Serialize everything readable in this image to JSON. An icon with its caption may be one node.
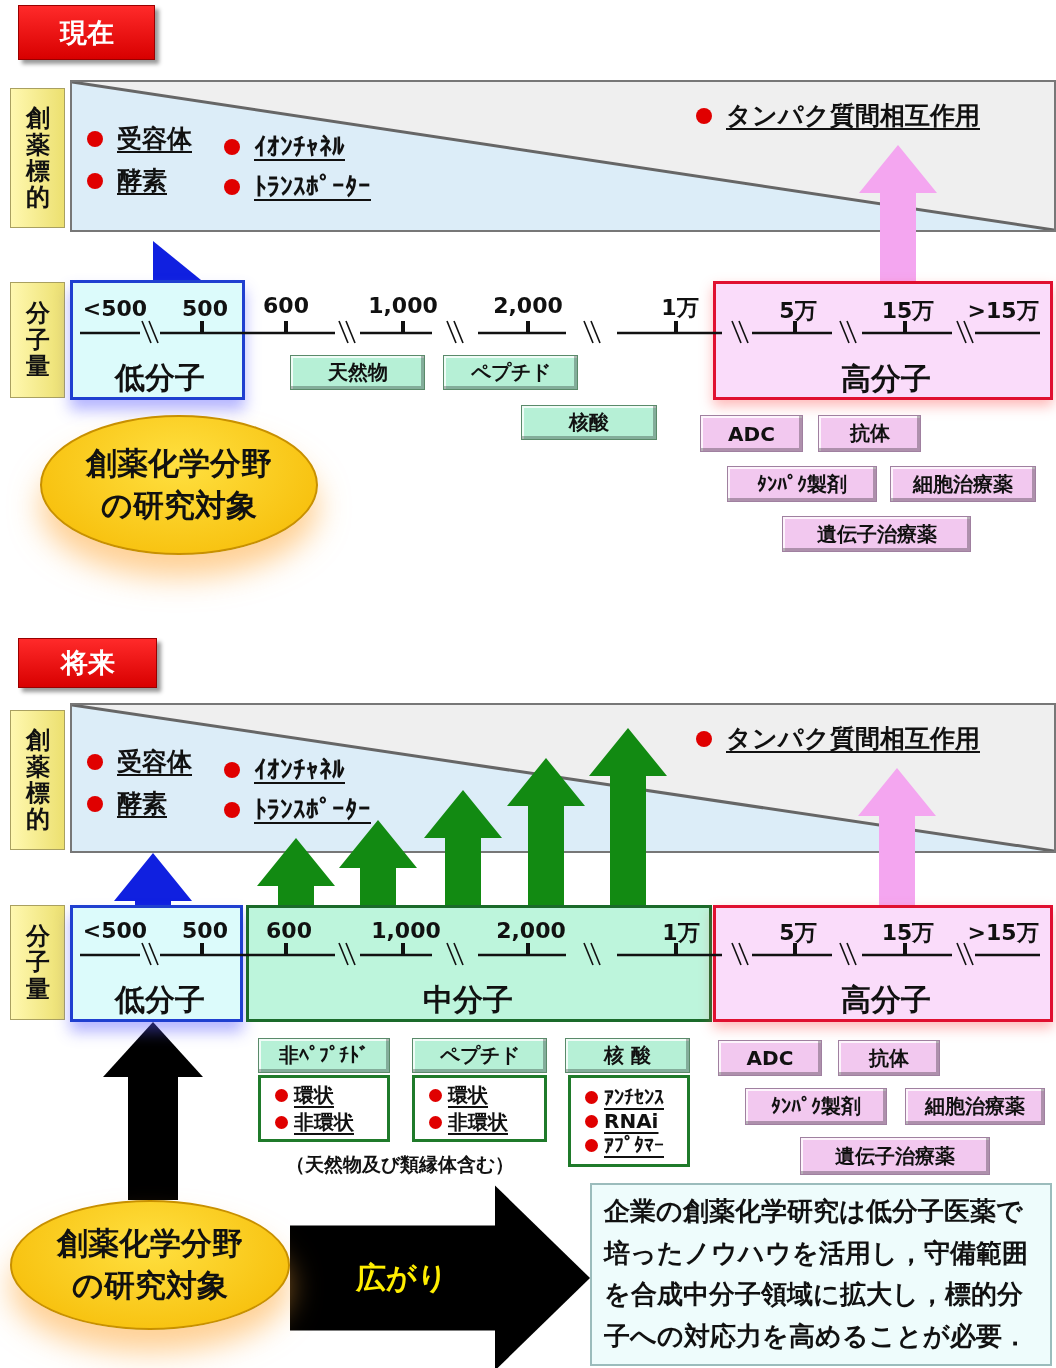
{
  "diagram": {
    "nodes": [
      {
        "text": [
          "現在"
        ]
      },
      {
        "text": [
          "創薬標的"
        ]
      },
      {
        "text": [
          "受容体",
          "酵素",
          "ｲｵﾝﾁｬﾈﾙ",
          "ﾄﾗﾝｽﾎﾟｰﾀｰ",
          "タンパク質間相互作用"
        ]
      },
      {
        "text": [
          "分子量"
        ]
      },
      {
        "text": [
          "<500",
          "500",
          "低分子"
        ]
      },
      {
        "text": [
          "5万",
          "15万",
          ">15万",
          "高分子"
        ]
      },
      {
        "text": [
          "天然物"
        ]
      },
      {
        "text": [
          "ペプチド"
        ]
      },
      {
        "text": [
          "核酸"
        ]
      },
      {
        "text": [
          "ADC"
        ]
      },
      {
        "text": [
          "抗体"
        ]
      },
      {
        "text": [
          "ﾀﾝﾊﾟｸ製剤"
        ]
      },
      {
        "text": [
          "細胞治療薬"
        ]
      },
      {
        "text": [
          "遺伝子治療薬"
        ]
      },
      {
        "text": [
          "創薬化学分野の研究対象"
        ]
      },
      {
        "text": [
          "将来"
        ]
      },
      {
        "text": [
          "創薬標的"
        ]
      },
      {
        "text": [
          "受容体",
          "酵素",
          "ｲｵﾝﾁｬﾈﾙ",
          "ﾄﾗﾝｽﾎﾟｰﾀｰ",
          "タンパク質間相互作用"
        ]
      },
      {
        "text": [
          "分子量"
        ]
      },
      {
        "text": [
          "<500",
          "500",
          "低分子"
        ]
      },
      {
        "text": [
          "600",
          "1,000",
          "2,000",
          "1万",
          "中分子"
        ]
      },
      {
        "text": [
          "5万",
          "15万",
          ">15万",
          "高分子"
        ]
      },
      {
        "text": [
          "非ﾍﾟﾌﾟﾁﾄﾞ"
        ]
      },
      {
        "text": [
          "環状",
          "非環状"
        ]
      },
      {
        "text": [
          "ペプチド"
        ]
      },
      {
        "text": [
          "環状",
          "非環状"
        ]
      },
      {
        "text": [
          "核 酸"
        ]
      },
      {
        "text": [
          "ｱﾝﾁｾﾝｽ",
          "RNAi",
          "ｱﾌﾟﾀﾏｰ"
        ]
      },
      {
        "text": [
          "ADC"
        ]
      },
      {
        "text": [
          "抗体"
        ]
      },
      {
        "text": [
          "ﾀﾝﾊﾟｸ製剤"
        ]
      },
      {
        "text": [
          "細胞治療薬"
        ]
      },
      {
        "text": [
          "遺伝子治療薬"
        ]
      },
      {
        "text": [
          "創薬化学分野の研究対象"
        ]
      },
      {
        "text": [
          "企業の創薬化学研究は低分子医薬で培ったノウハウを活用し，守備範囲を合成中分子領域に拡大し，標的分子への対応力を高めることが必要．"
        ]
      }
    ],
    "edges": [
      {
        "from": 4,
        "to": 2,
        "arrow": "to",
        "color": "#1020e0"
      },
      {
        "from": 5,
        "to": 2,
        "arrow": "to",
        "color": "#f4a6f0"
      },
      {
        "from": 19,
        "to": 17,
        "arrow": "to",
        "color": "#1020e0"
      },
      {
        "from": 20,
        "to": 17,
        "arrow": "to",
        "color": "#128a12"
      },
      {
        "from": 20,
        "to": 17,
        "arrow": "to",
        "color": "#128a12"
      },
      {
        "from": 20,
        "to": 17,
        "arrow": "to",
        "color": "#128a12"
      },
      {
        "from": 20,
        "to": 17,
        "arrow": "to",
        "color": "#128a12"
      },
      {
        "from": 20,
        "to": 17,
        "arrow": "to",
        "color": "#128a12"
      },
      {
        "from": 21,
        "to": 17,
        "arrow": "to",
        "color": "#f4a6f0"
      },
      {
        "from": 33,
        "to": 19,
        "arrow": "to",
        "color": "#000000"
      },
      {
        "from": 33,
        "to": 34,
        "arrow": "to",
        "style": "thick",
        "color": "#000000",
        "label": "広がり"
      }
    ],
    "labels": [
      "600",
      "1,000",
      "2,000",
      "1万",
      "（天然物及び類縁体含む）"
    ]
  }
}
